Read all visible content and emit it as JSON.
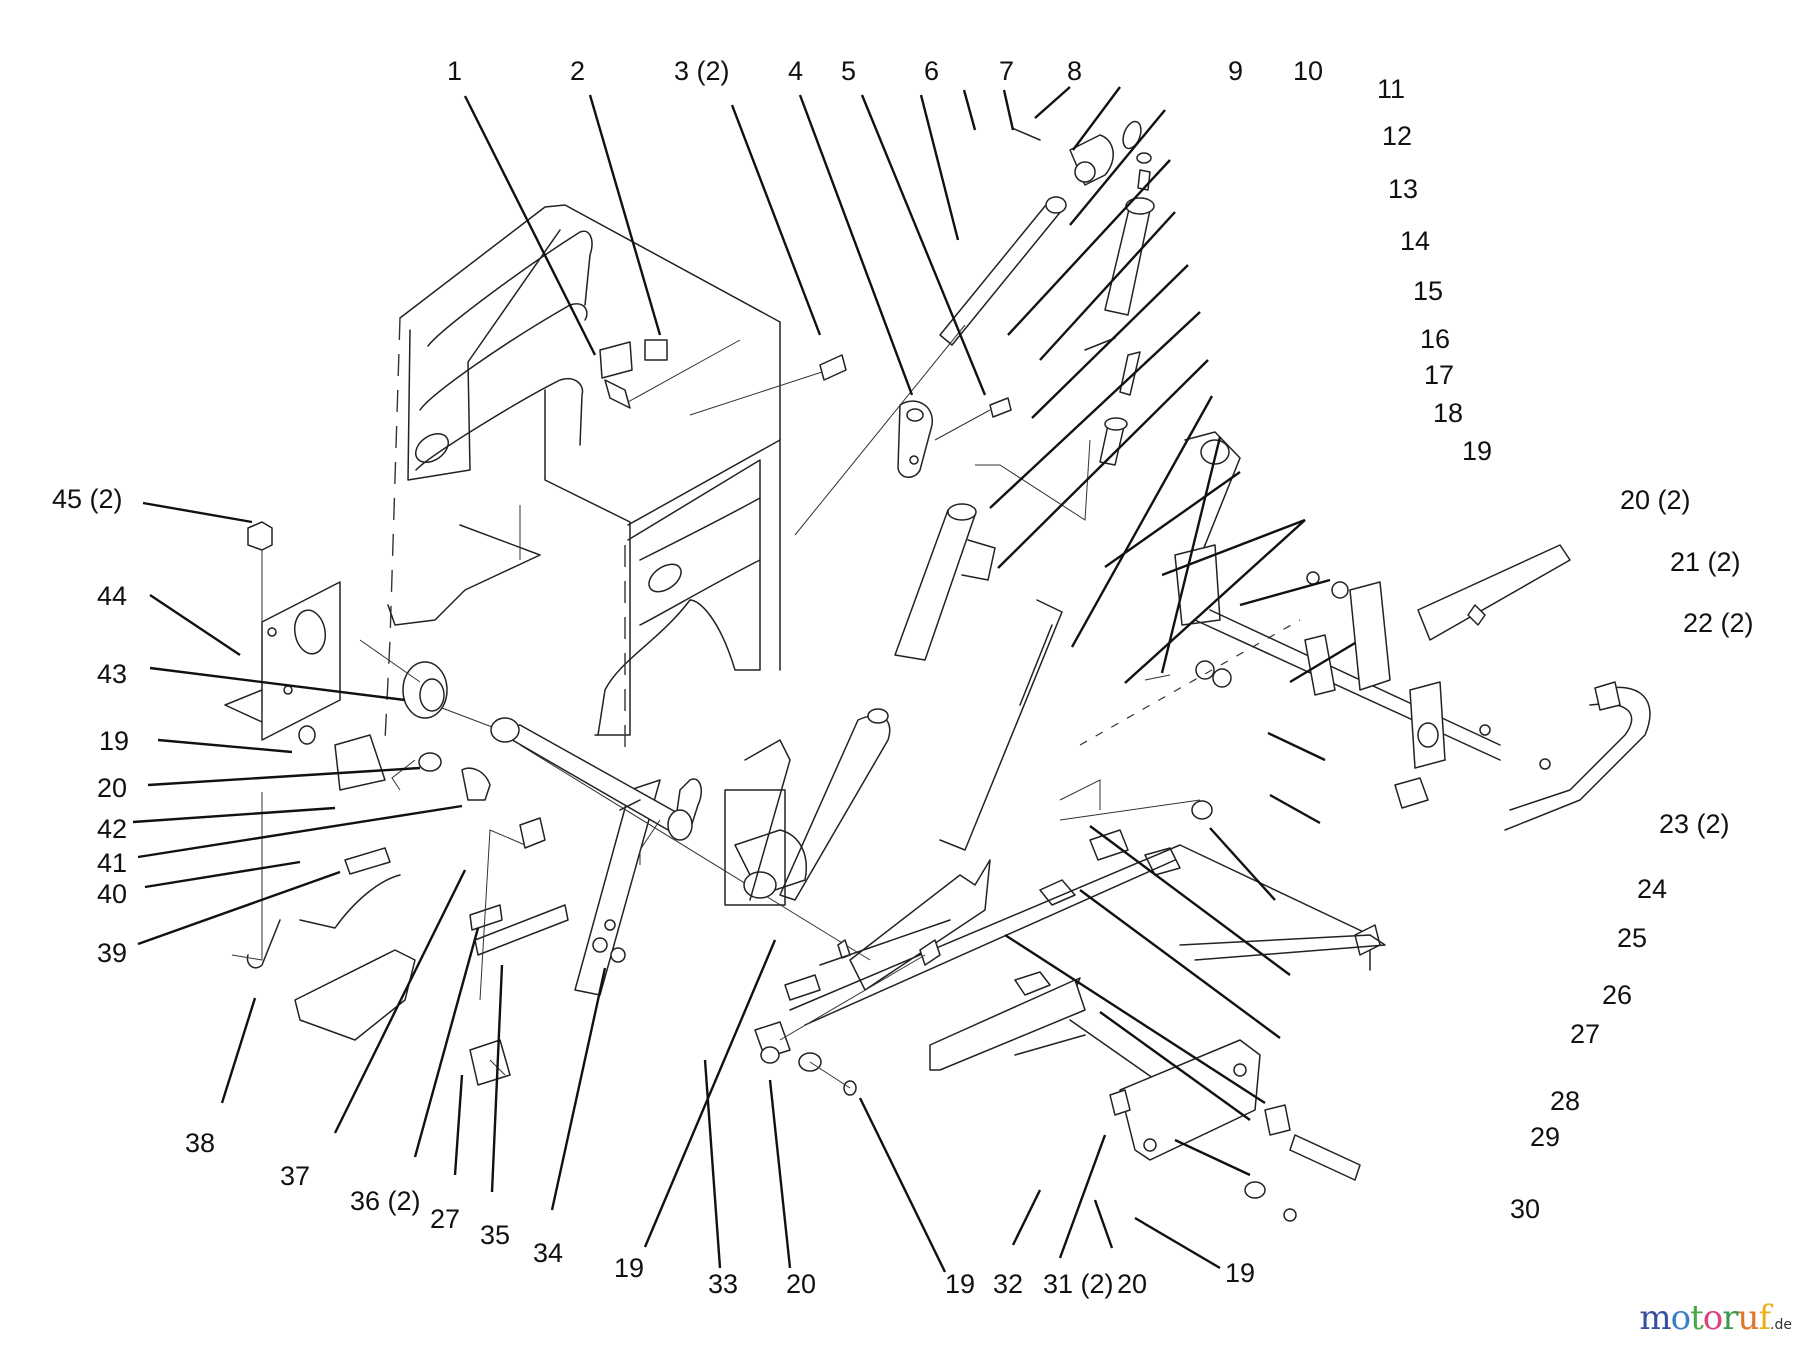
{
  "diagram": {
    "type": "exploded-parts-diagram",
    "callouts": [
      {
        "id": "c1",
        "label": "1"
      },
      {
        "id": "c2",
        "label": "2"
      },
      {
        "id": "c3",
        "label": "3 (2)"
      },
      {
        "id": "c4",
        "label": "4"
      },
      {
        "id": "c5",
        "label": "5"
      },
      {
        "id": "c6",
        "label": "6"
      },
      {
        "id": "c7",
        "label": "7"
      },
      {
        "id": "c8",
        "label": "8"
      },
      {
        "id": "c9",
        "label": "9"
      },
      {
        "id": "c10",
        "label": "10"
      },
      {
        "id": "c11",
        "label": "11"
      },
      {
        "id": "c12",
        "label": "12"
      },
      {
        "id": "c13",
        "label": "13"
      },
      {
        "id": "c14",
        "label": "14"
      },
      {
        "id": "c15",
        "label": "15"
      },
      {
        "id": "c16",
        "label": "16"
      },
      {
        "id": "c17",
        "label": "17"
      },
      {
        "id": "c18",
        "label": "18"
      },
      {
        "id": "c19a",
        "label": "19"
      },
      {
        "id": "c20a",
        "label": "20 (2)"
      },
      {
        "id": "c21",
        "label": "21 (2)"
      },
      {
        "id": "c22",
        "label": "22 (2)"
      },
      {
        "id": "c23",
        "label": "23 (2)"
      },
      {
        "id": "c24",
        "label": "24"
      },
      {
        "id": "c25",
        "label": "25"
      },
      {
        "id": "c26",
        "label": "26"
      },
      {
        "id": "c27a",
        "label": "27"
      },
      {
        "id": "c28",
        "label": "28"
      },
      {
        "id": "c29",
        "label": "29"
      },
      {
        "id": "c30",
        "label": "30"
      },
      {
        "id": "c19b",
        "label": "19"
      },
      {
        "id": "c20b",
        "label": "20"
      },
      {
        "id": "c31",
        "label": "31 (2)"
      },
      {
        "id": "c32",
        "label": "32"
      },
      {
        "id": "c19c",
        "label": "19"
      },
      {
        "id": "c20c",
        "label": "20"
      },
      {
        "id": "c33",
        "label": "33"
      },
      {
        "id": "c19d",
        "label": "19"
      },
      {
        "id": "c34",
        "label": "34"
      },
      {
        "id": "c35",
        "label": "35"
      },
      {
        "id": "c27b",
        "label": "27"
      },
      {
        "id": "c36",
        "label": "36 (2)"
      },
      {
        "id": "c37",
        "label": "37"
      },
      {
        "id": "c38",
        "label": "38"
      },
      {
        "id": "c39",
        "label": "39"
      },
      {
        "id": "c40",
        "label": "40"
      },
      {
        "id": "c41",
        "label": "41"
      },
      {
        "id": "c42",
        "label": "42"
      },
      {
        "id": "c20d",
        "label": "20"
      },
      {
        "id": "c19e",
        "label": "19"
      },
      {
        "id": "c43",
        "label": "43"
      },
      {
        "id": "c44",
        "label": "44"
      },
      {
        "id": "c45",
        "label": "45 (2)"
      }
    ]
  },
  "watermark": {
    "letters": [
      {
        "ch": "m",
        "color": "#3b4fa0"
      },
      {
        "ch": "o",
        "color": "#3b7fc4"
      },
      {
        "ch": "t",
        "color": "#4aa84a"
      },
      {
        "ch": "o",
        "color": "#d9457a"
      },
      {
        "ch": "r",
        "color": "#3a9a4a"
      },
      {
        "ch": "u",
        "color": "#e0762a"
      },
      {
        "ch": "f",
        "color": "#e8b21c"
      }
    ],
    "suffix": ".de"
  }
}
